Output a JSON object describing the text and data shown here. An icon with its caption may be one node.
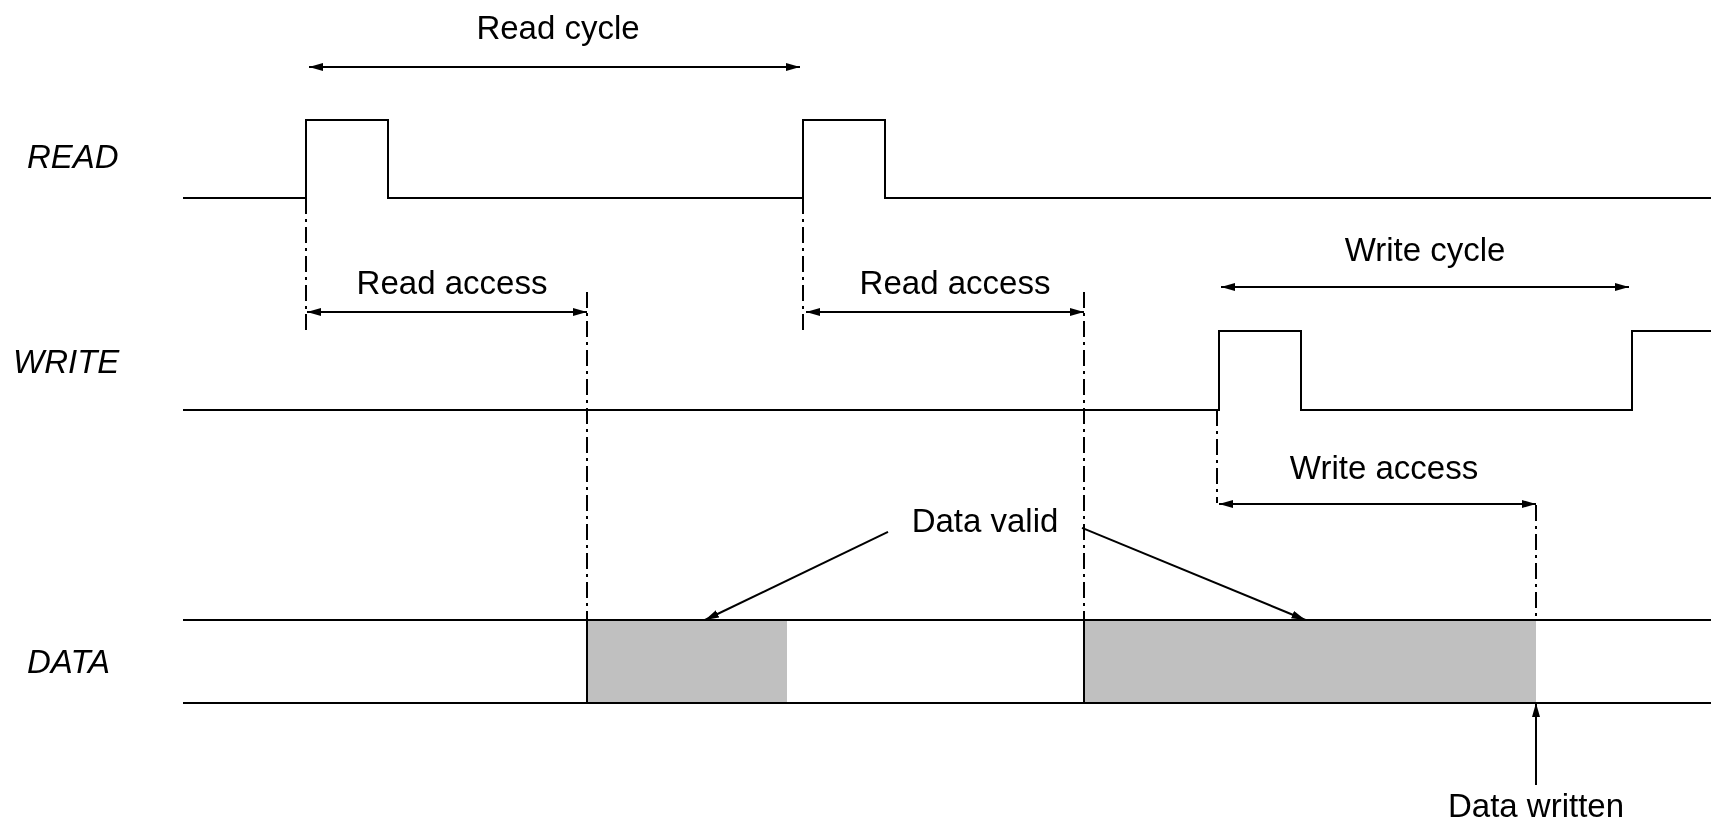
{
  "diagram": {
    "nodes": [
      {
        "text": [
          "Data valid"
        ]
      },
      {
        "text": [],
        "shape": "box"
      },
      {
        "text": [],
        "shape": "box"
      },
      {
        "text": [
          "Data written"
        ]
      }
    ],
    "edges": [
      {
        "from": 0,
        "to": 1,
        "arrow": "to"
      },
      {
        "from": 0,
        "to": 2,
        "arrow": "to"
      },
      {
        "from": 3,
        "to": 2,
        "arrow": "to"
      }
    ],
    "labels": [
      "Read cycle",
      "READ",
      "Read access",
      "Read access",
      "Write cycle",
      "WRITE",
      "Write access",
      "DATA"
    ]
  }
}
